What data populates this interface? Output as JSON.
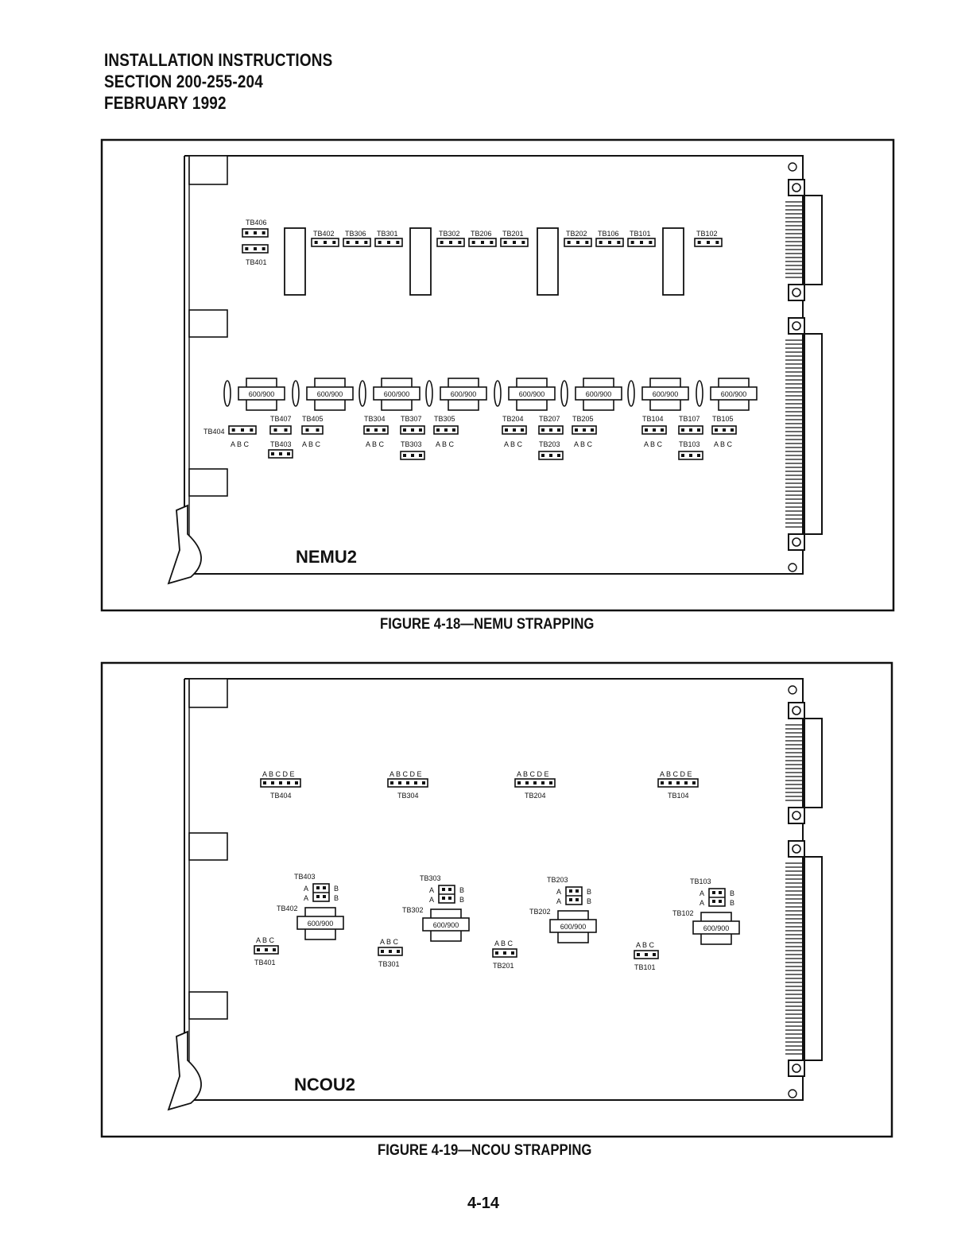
{
  "header": {
    "line1": "INSTALLATION INSTRUCTIONS",
    "line2": "SECTION 200-255-204",
    "line3": "FEBRUARY 1992"
  },
  "figure1": {
    "caption": "FIGURE 4-18—NEMU STRAPPING",
    "board_name": "NEMU2",
    "top_jumpers": [
      {
        "id": "TB406"
      },
      {
        "id": "TB401"
      },
      {
        "id": "TB402"
      },
      {
        "id": "TB306"
      },
      {
        "id": "TB301"
      },
      {
        "id": "TB302"
      },
      {
        "id": "TB206"
      },
      {
        "id": "TB201"
      },
      {
        "id": "TB202"
      },
      {
        "id": "TB106"
      },
      {
        "id": "TB101"
      },
      {
        "id": "TB102"
      }
    ],
    "transformer_label": "600/900",
    "bottom_groups": [
      {
        "a": "TB407",
        "b": "TB405",
        "c": "TB403",
        "abc": "A B C"
      },
      {
        "a": "TB304",
        "b": "TB307",
        "c": "TB305",
        "d": "TB303",
        "abc": "A B C"
      },
      {
        "a": "TB204",
        "b": "TB207",
        "c": "TB205",
        "d": "TB203",
        "abc": "A B C"
      },
      {
        "a": "TB104",
        "b": "TB107",
        "c": "TB105",
        "d": "TB103",
        "abc": "A B C"
      }
    ],
    "left_jumper": "TB404"
  },
  "figure2": {
    "caption": "FIGURE 4-19—NCOU STRAPPING",
    "board_name": "NCOU2",
    "top_jumpers": [
      {
        "letters": "A B C D E",
        "id": "TB404"
      },
      {
        "letters": "A B C D E",
        "id": "TB304"
      },
      {
        "letters": "A B C D E",
        "id": "TB204"
      },
      {
        "letters": "A B C D E",
        "id": "TB104"
      }
    ],
    "groups": [
      {
        "upper": "TB403",
        "lower": "TB402",
        "abc_id": "TB401"
      },
      {
        "upper": "TB303",
        "lower": "TB302",
        "abc_id": "TB301"
      },
      {
        "upper": "TB203",
        "lower": "TB202",
        "abc_id": "TB201"
      },
      {
        "upper": "TB103",
        "lower": "TB102",
        "abc_id": "TB101"
      }
    ],
    "transformer_label": "600/900",
    "abc_letters": "A B C"
  },
  "page_number": "4-14"
}
